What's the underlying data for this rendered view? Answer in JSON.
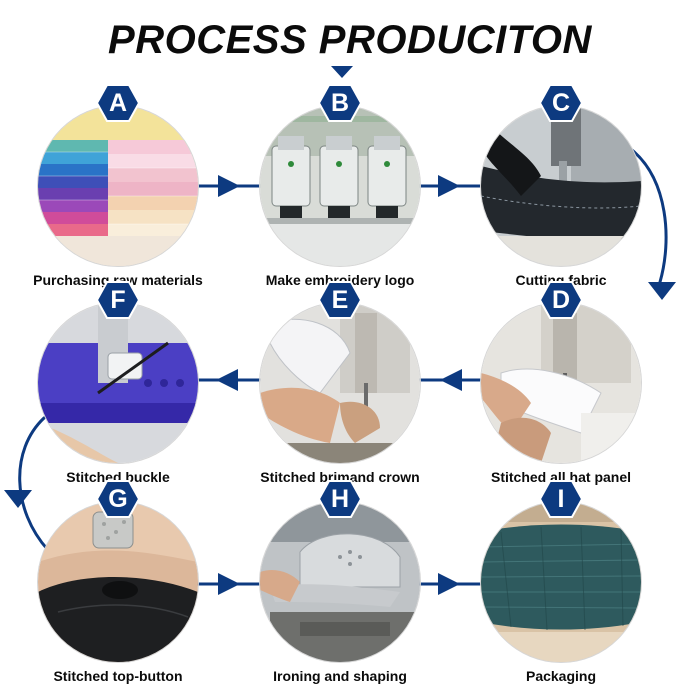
{
  "title": "PROCESS PRODUCITON",
  "accent_color": "#0d3a80",
  "steps": [
    {
      "letter": "A",
      "label": "Purchasing raw materials"
    },
    {
      "letter": "B",
      "label": "Make embroidery logo"
    },
    {
      "letter": "C",
      "label": "Cutting fabric"
    },
    {
      "letter": "D",
      "label": "Stitched all hat panel"
    },
    {
      "letter": "E",
      "label": "Stitched brimand crown"
    },
    {
      "letter": "F",
      "label": "Stitched buckle"
    },
    {
      "letter": "G",
      "label": "Stitched top-button"
    },
    {
      "letter": "H",
      "label": "Ironing and shaping"
    },
    {
      "letter": "I",
      "label": "Packaging"
    }
  ]
}
